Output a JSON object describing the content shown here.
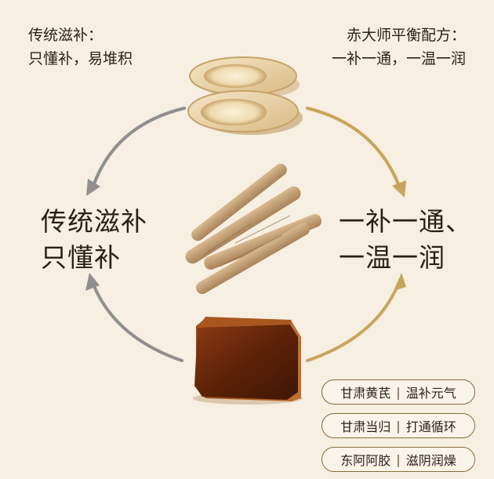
{
  "top_left": {
    "line1": "传统滋补：",
    "line2": "只懂补，易堆积"
  },
  "top_right": {
    "line1": "赤大师平衡配方：",
    "line2": "一补一通，一温一润"
  },
  "left_big": {
    "line1": "传统滋补",
    "line2": "只懂补"
  },
  "right_big": {
    "line1": "一补一通、",
    "line2": "一温一润"
  },
  "ingredients": [
    {
      "name": "甘肃黄芪",
      "effect": "温补元气"
    },
    {
      "name": "甘肃当归",
      "effect": "打通循环"
    },
    {
      "name": "东阿阿胶",
      "effect": "滋阴润燥"
    }
  ],
  "colors": {
    "background": "#f7efe1",
    "gray_arrow": "#8f8f8f",
    "gold_arrow": "#c9a45c",
    "pill_border": "#8a6a3a",
    "gel_block": "#6b2a0c"
  }
}
